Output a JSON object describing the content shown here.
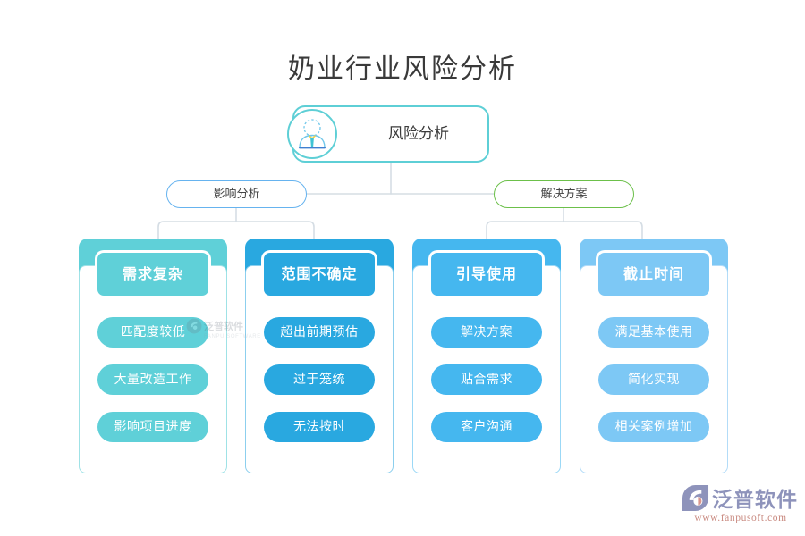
{
  "title": "奶业行业风险分析",
  "root": {
    "label": "风险分析",
    "icon": "person-icon",
    "border_color": "#5ecfd6"
  },
  "branches": [
    {
      "label": "影响分析",
      "border_color": "#66b3ef"
    },
    {
      "label": "解决方案",
      "border_color": "#6cc04a"
    }
  ],
  "cards": [
    {
      "header": "需求复杂",
      "color": "#5fd0d8",
      "border_color": "#9fe2e6",
      "items": [
        "匹配度较低",
        "大量改造工作",
        "影响项目进度"
      ]
    },
    {
      "header": "范围不确定",
      "color": "#29a8e0",
      "border_color": "#8ccfee",
      "items": [
        "超出前期预估",
        "过于笼统",
        "无法按时"
      ]
    },
    {
      "header": "引导使用",
      "color": "#45b7ef",
      "border_color": "#9bd8f6",
      "items": [
        "解决方案",
        "贴合需求",
        "客户沟通"
      ]
    },
    {
      "header": "截止时间",
      "color": "#7dc8f5",
      "border_color": "#b3dcf8",
      "items": [
        "满足基本使用",
        "简化实现",
        "相关案例增加"
      ]
    }
  ],
  "watermark": {
    "brand": "泛普软件",
    "url": "www.fanpusoft.com",
    "faint_brand": "泛普软件",
    "faint_sub": "FANPU SOFTWARE",
    "brand_color": "#8e93bb",
    "url_color": "#c98a80",
    "mark_color": "#d9958c"
  },
  "connector_color": "#d5dde4"
}
